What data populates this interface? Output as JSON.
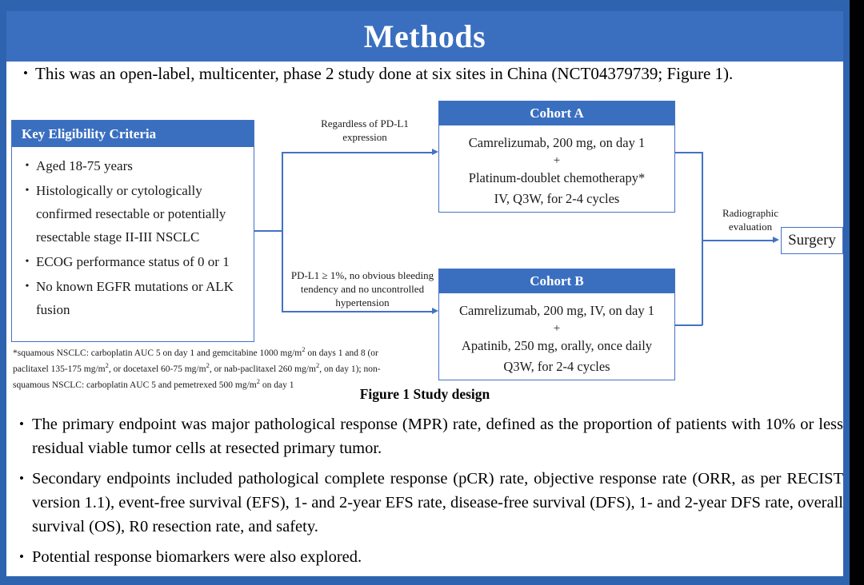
{
  "slide": {
    "title": "Methods",
    "accent_color": "#3a6fc0",
    "border_color": "#4472c4",
    "lead_bullet": "This was an open-label, multicenter, phase 2 study done at six sites in China (NCT04379739; Figure 1).",
    "bullet_glyph": "•"
  },
  "figure": {
    "caption": "Figure 1 Study design",
    "eligibility": {
      "header": "Key  Eligibility Criteria",
      "items": [
        "Aged 18-75 years",
        "Histologically or cytologically confirmed resectable or potentially resectable stage II-III  NSCLC",
        "ECOG performance status of 0 or 1",
        "No known EGFR mutations or ALK fusion"
      ]
    },
    "footnote_lines": [
      "*squamous NSCLC: carboplatin AUC 5 on day 1 and gemcitabine 1000 mg/m2 on days 1 and 8 (or",
      "paclitaxel 135-175 mg/m2, or docetaxel 60-75 mg/m2, or nab-paclitaxel 260 mg/m2, on day 1); non-",
      "squamous NSCLC: carboplatin AUC 5 and pemetrexed 500 mg/m2 on day 1"
    ],
    "branch_a_label": "Regardless of PD-L1 expression",
    "branch_b_label": "PD-L1 ≥ 1%, no obvious bleeding tendency and no uncontrolled hypertension",
    "cohort_a": {
      "header": "Cohort A",
      "line1": "Camrelizumab, 200 mg, on day 1",
      "plus": "+",
      "line2": "Platinum-doublet chemotherapy*",
      "line3": "IV, Q3W, for 2-4 cycles"
    },
    "cohort_b": {
      "header": "Cohort B",
      "line1": "Camrelizumab, 200 mg, IV, on day 1",
      "plus": "+",
      "line2": "Apatinib, 250 mg, orally, once daily",
      "line3": "Q3W, for 2-4 cycles"
    },
    "radiographic_label": "Radiographic evaluation",
    "surgery": "Surgery"
  },
  "bullets": [
    "The primary endpoint was major pathological response (MPR) rate, defined as the proportion of patients with 10% or less residual viable tumor cells at resected primary tumor.",
    "Secondary endpoints included pathological complete response (pCR) rate, objective response rate (ORR, as per RECIST version 1.1), event-free survival (EFS), 1- and 2-year EFS rate, disease-free survival (DFS), 1- and 2-year DFS rate, overall survival (OS), R0 resection rate, and safety.",
    "Potential response biomarkers were also explored."
  ]
}
